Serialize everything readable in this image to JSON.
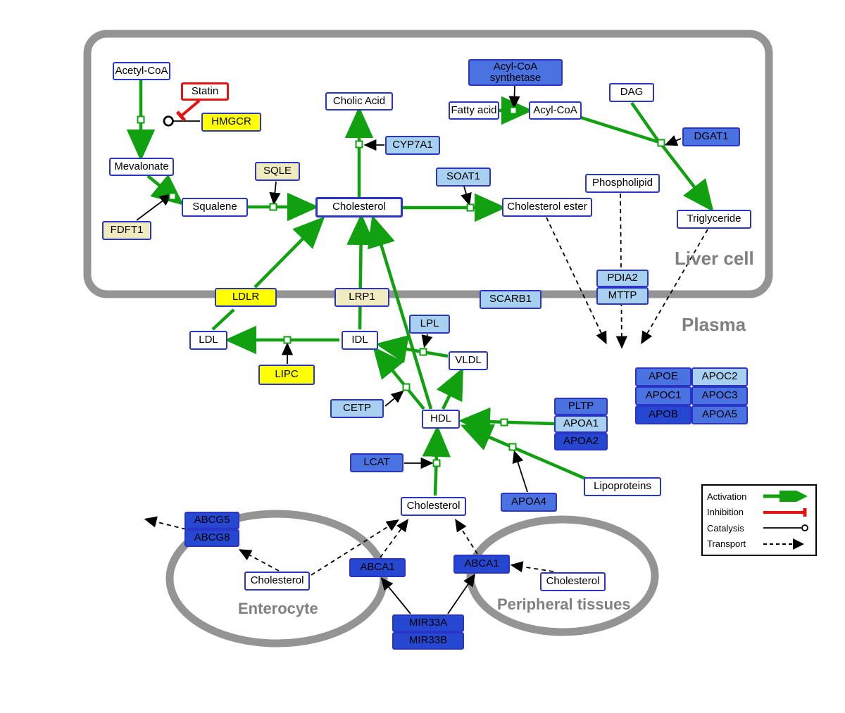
{
  "diagram": {
    "regions": {
      "liver": "Liver cell",
      "plasma": "Plasma",
      "enterocyte": "Enterocyte",
      "peripheral": "Peripheral tissues"
    },
    "legend": {
      "activation": "Activation",
      "inhibition": "Inhibition",
      "catalysis": "Catalysis",
      "transport": "Transport"
    },
    "nodes": {
      "acetyl_coa": "Acetyl-CoA",
      "statin": "Statin",
      "hmgcr": "HMGCR",
      "mevalonate": "Mevalonate",
      "sqle": "SQLE",
      "fdft1": "FDFT1",
      "squalene": "Squalene",
      "cholesterol_liver": "Cholesterol",
      "cholic_acid": "Cholic Acid",
      "cyp7a1": "CYP7A1",
      "soat1": "SOAT1",
      "cholesterol_ester": "Cholesterol ester",
      "acyl_coa_synthetase": "Acyl-CoA synthetase",
      "fatty_acid": "Fatty acid",
      "acyl_coa": "Acyl-CoA",
      "dag": "DAG",
      "dgat1": "DGAT1",
      "phospholipid": "Phospholipid",
      "triglyceride": "Triglyceride",
      "ldlr": "LDLR",
      "lrp1": "LRP1",
      "scarb1": "SCARB1",
      "pdia2": "PDIA2",
      "mttp": "MTTP",
      "ldl": "LDL",
      "idl": "IDL",
      "lpl": "LPL",
      "vldl": "VLDL",
      "lipc": "LIPC",
      "cetp": "CETP",
      "hdl": "HDL",
      "lcat": "LCAT",
      "pltp": "PLTP",
      "apoa1": "APOA1",
      "apoa2": "APOA2",
      "apoa4": "APOA4",
      "lipoproteins": "Lipoproteins",
      "apoe": "APOE",
      "apoc2": "APOC2",
      "apoc1": "APOC1",
      "apoc3": "APOC3",
      "apob": "APOB",
      "apoa5": "APOA5",
      "cholesterol_plasma": "Cholesterol",
      "abcg5": "ABCG5",
      "abcg8": "ABCG8",
      "cholesterol_enterocyte": "Cholesterol",
      "abca1_enterocyte": "ABCA1",
      "abca1_peripheral": "ABCA1",
      "cholesterol_peripheral": "Cholesterol",
      "mir33a": "MIR33A",
      "mir33b": "MIR33B"
    },
    "colors": {
      "activation_green": "#10a010",
      "inhibition_red": "#e81010",
      "metabolite_border": "#2a35c8",
      "gene_yellow": "#ffff00",
      "gene_pale_yellow": "#f0ecc0",
      "gene_light_blue": "#a8d0f0",
      "gene_medium_blue": "#4a72e0",
      "gene_dark_blue": "#2647d2",
      "membrane_gray": "#949494"
    }
  }
}
